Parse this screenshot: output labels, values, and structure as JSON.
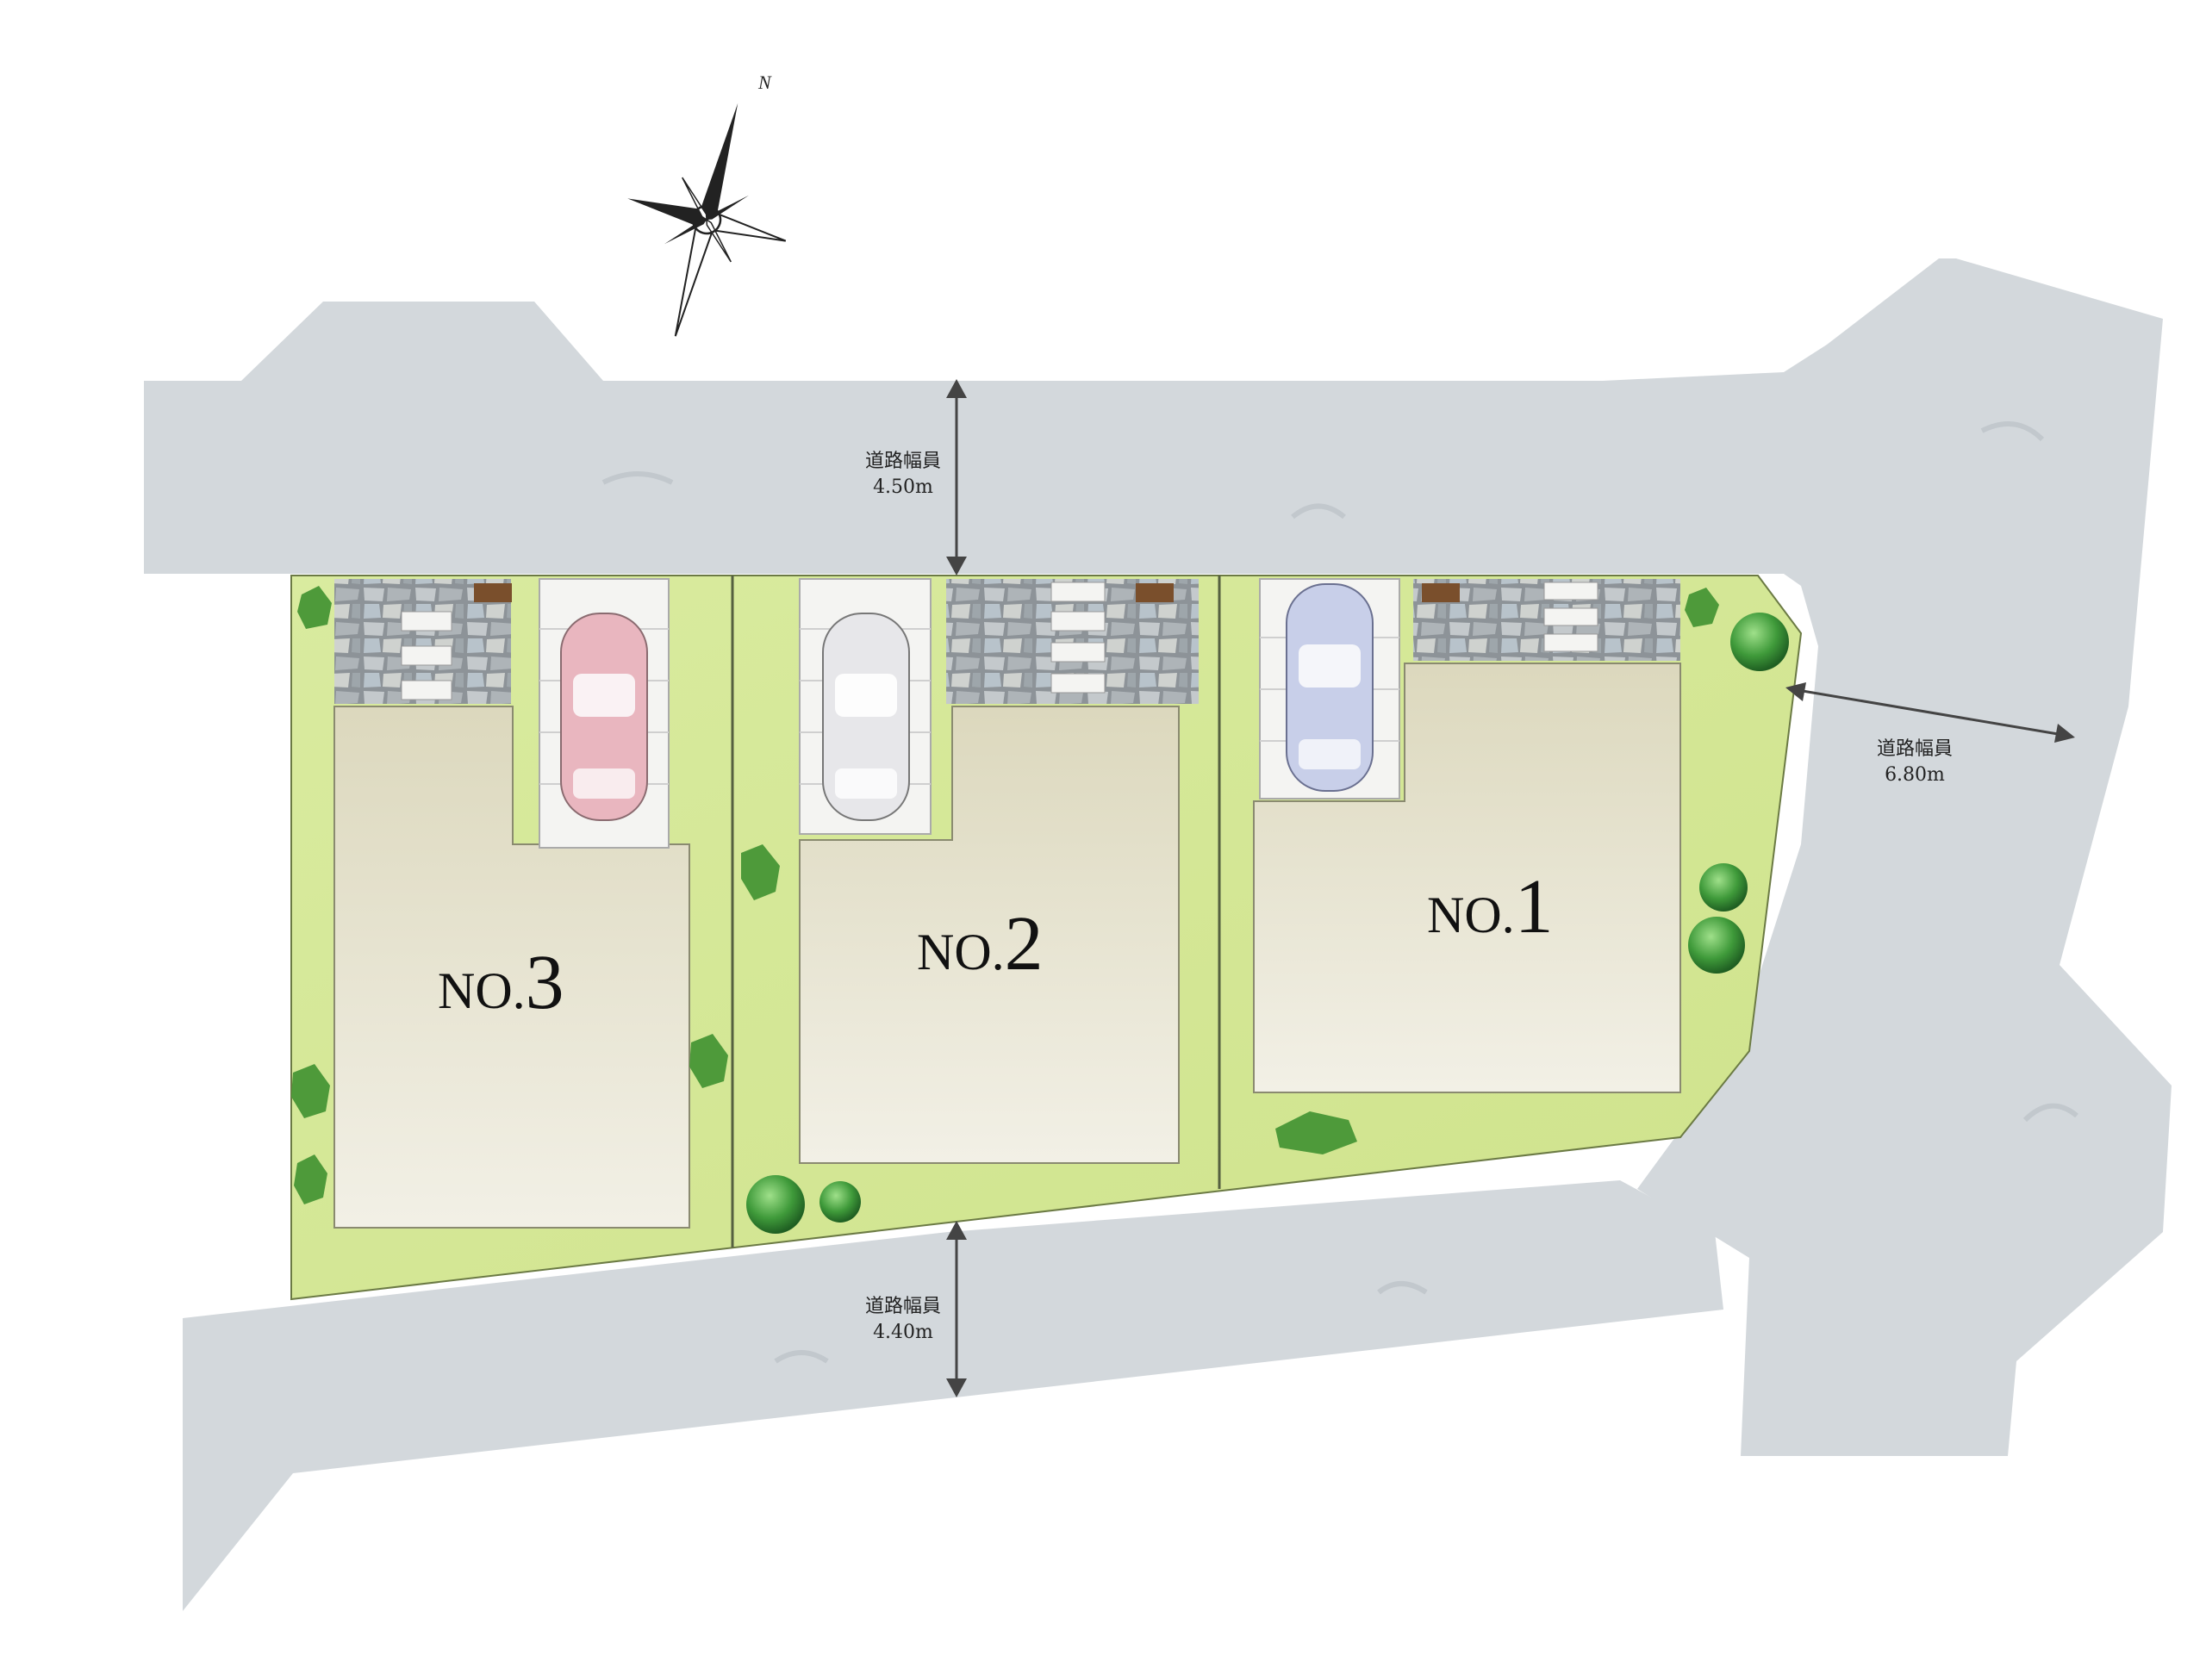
{
  "compass": {
    "north_label": "N"
  },
  "roads": {
    "north": {
      "label": "道路幅員",
      "width": "4.50m"
    },
    "east": {
      "label": "道路幅員",
      "width": "6.80m"
    },
    "south": {
      "label": "道路幅員",
      "width": "4.40m"
    }
  },
  "lots": [
    {
      "id": "lot-3",
      "prefix": "NO.",
      "number": "3",
      "car_color": "#e9b6bf"
    },
    {
      "id": "lot-2",
      "prefix": "NO.",
      "number": "2",
      "car_color": "#e7e7ea"
    },
    {
      "id": "lot-1",
      "prefix": "NO.",
      "number": "1",
      "car_color": "#c8cfe9"
    }
  ],
  "colors": {
    "road": "#d3d8dc",
    "lawn": "#d6e89a",
    "house": "#e7e4d2",
    "paving": "#b9bec2",
    "tree": "#3f9a3a"
  }
}
